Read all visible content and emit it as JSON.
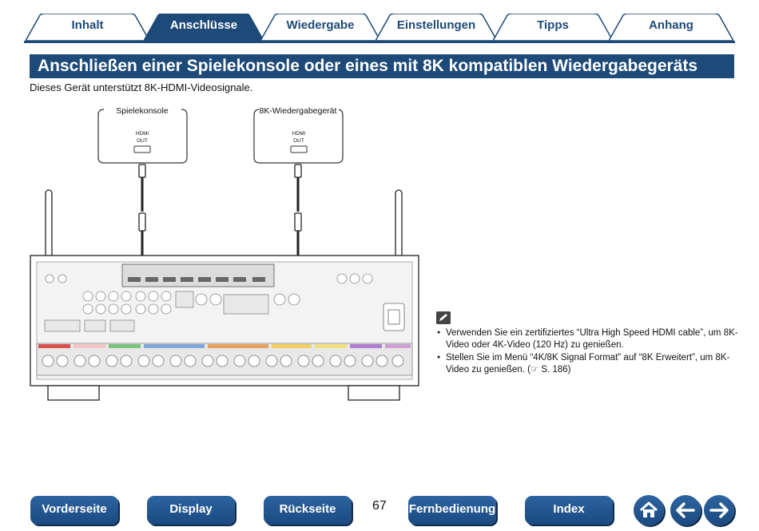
{
  "tabs": [
    {
      "label": "Inhalt",
      "active": false
    },
    {
      "label": "Anschlüsse",
      "active": true
    },
    {
      "label": "Wiedergabe",
      "active": false
    },
    {
      "label": "Einstellungen",
      "active": false
    },
    {
      "label": "Tipps",
      "active": false
    },
    {
      "label": "Anhang",
      "active": false
    }
  ],
  "title": "Anschließen einer Spielekonsole oder eines mit 8K kompatiblen Wiedergabegeräts",
  "intro": "Dieses Gerät unterstützt 8K-HDMI-Videosignale.",
  "diagram": {
    "device1": {
      "label": "Spielekonsole",
      "port": "HDMI",
      "port2": "OUT"
    },
    "device2": {
      "label": "8K-Wiedergabegerät",
      "port": "HDMI",
      "port2": "OUT"
    }
  },
  "notes": [
    "Verwenden Sie ein zertifiziertes “Ultra High Speed HDMI cable”, um 8K-Video oder 4K-Video (120 Hz) zu genießen.",
    "Stellen Sie im Menü “4K/8K Signal Format” auf “8K Erweitert”, um 8K-Video zu genießen.  (☞ S. 186)"
  ],
  "nav": {
    "front": "Vorderseite",
    "display": "Display",
    "rear": "Rückseite",
    "remote": "Fernbedienung",
    "index": "Index",
    "page": "67"
  },
  "colors": {
    "brand": "#1d4a78"
  }
}
